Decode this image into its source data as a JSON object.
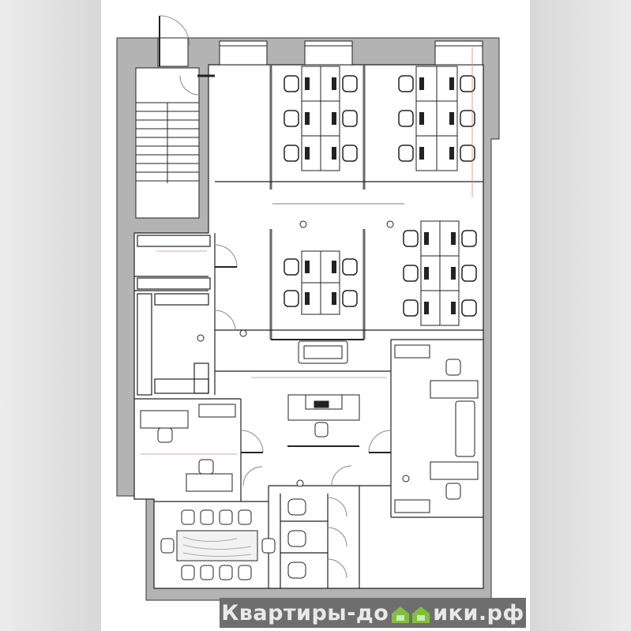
{
  "plan": {
    "title": "Office floor plan",
    "wall_color": "#b3b3b3",
    "line_color": "#222222",
    "dimension_color": "#d08a8a"
  },
  "watermark": {
    "text_before": "Квартиры-до",
    "text_after": "ики.рф",
    "logo_color": "#7fbf3f"
  }
}
